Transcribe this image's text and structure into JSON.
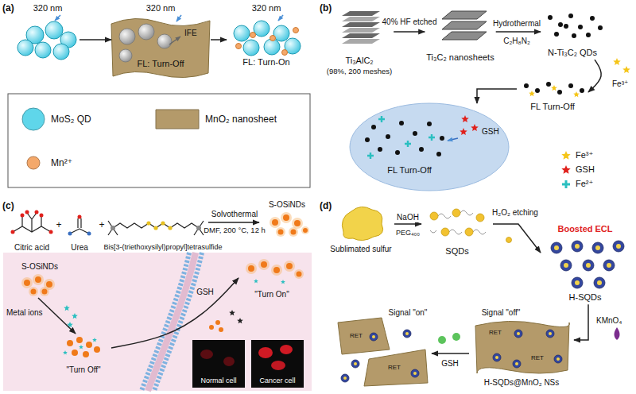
{
  "diagram": {
    "nodes": [
      {
        "text": [
          "320 nm"
        ]
      },
      {
        "text": [
          "320 nm",
          "IFE",
          "FL: Turn-Off"
        ]
      },
      {
        "text": [
          "320 nm",
          "FL: Turn-On"
        ]
      },
      {
        "text": [
          "Ti₃AlC₂",
          "(98%, 200 meshes)"
        ]
      },
      {
        "text": [
          "Ti₃C₂ nanosheets"
        ]
      },
      {
        "text": [
          "N-Ti₃C₂ QDs"
        ]
      },
      {
        "text": [
          "FL Turn-Off"
        ]
      },
      {
        "text": [
          "FL Turn-Off"
        ]
      },
      {
        "text": [
          "S-OSiNDs"
        ]
      },
      {
        "text": [
          "S-OSiNDs"
        ]
      },
      {
        "text": [
          "\"Turn Off\""
        ]
      },
      {
        "text": [
          "\"Turn On\""
        ]
      },
      {
        "text": [
          "Normal cell"
        ]
      },
      {
        "text": [
          "Cancer cell"
        ]
      },
      {
        "text": [
          "Sublimated sulfur"
        ]
      },
      {
        "text": [
          "SQDs"
        ]
      },
      {
        "text": [
          "Boosted ECL",
          "H-SQDs"
        ]
      },
      {
        "text": [
          "Signal \"off\"",
          "H-SQDs@MnO₂ NSs"
        ]
      },
      {
        "text": [
          "Signal \"on\""
        ]
      }
    ],
    "edges": [
      {
        "from": 0,
        "to": 1,
        "arrow": "to"
      },
      {
        "from": 1,
        "to": 2,
        "arrow": "to"
      },
      {
        "from": 3,
        "to": 4,
        "label": "40% HF etched",
        "arrow": "to"
      },
      {
        "from": 4,
        "to": 5,
        "label": "Hydrothermal",
        "arrow": "to"
      },
      {
        "from": 5,
        "to": 6,
        "label": "Fe³⁺",
        "arrow": "to"
      },
      {
        "from": 6,
        "to": 7,
        "arrow": "to"
      },
      {
        "from": 9,
        "to": 10,
        "label": "Metal ions",
        "arrow": "to"
      },
      {
        "from": 10,
        "to": 11,
        "label": "GSH",
        "arrow": "to"
      },
      {
        "from": 14,
        "to": 15,
        "label": "NaOH",
        "arrow": "to"
      },
      {
        "from": 15,
        "to": 16,
        "label": "H₂O₂ etching",
        "arrow": "to"
      },
      {
        "from": 16,
        "to": 17,
        "label": "KMnO₄",
        "arrow": "to"
      },
      {
        "from": 17,
        "to": 18,
        "label": "GSH",
        "arrow": "to"
      }
    ],
    "labels": [
      "(a)",
      "(b)",
      "(c)",
      "(d)",
      "C₂H₈N₂",
      "GSH",
      "+",
      "Citric acid",
      "+",
      "Urea",
      "Bis[3-(triethoxysilyl)propyl]tetrasulfide",
      "Solvothermal",
      "DMF, 200 °C, 12 h",
      "PEG₄₀₀",
      "RET",
      "RET",
      "RET",
      "RET"
    ],
    "legend": [
      {
        "text": "MoS₂ QD",
        "color": "#5fd6ea"
      },
      {
        "text": "MnO₂ nanosheet",
        "color": "#b49a6a"
      },
      {
        "text": "Mn²⁺",
        "color": "#f4a86a"
      },
      {
        "text": "Fe³⁺",
        "color": "#f5c518"
      },
      {
        "text": "GSH",
        "color": "#e0201b"
      },
      {
        "text": "Fe²⁺",
        "color": "#2bbfc0"
      }
    ]
  }
}
